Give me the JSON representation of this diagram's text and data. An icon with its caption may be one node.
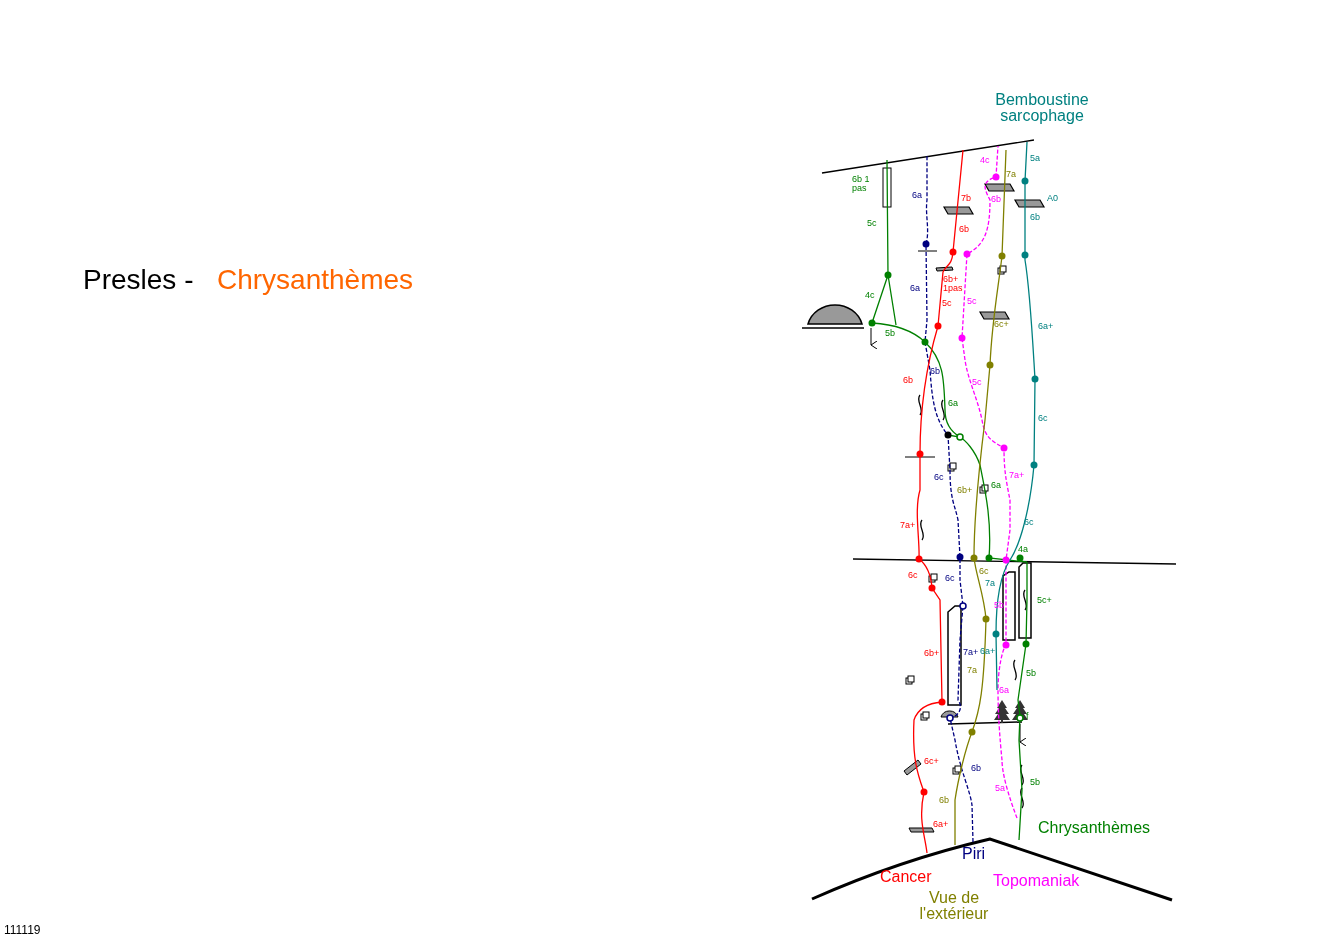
{
  "diagram": {
    "labels": [
      "Presles -",
      "Chrysanthèmes",
      "Bemboustine sarcophage",
      "4c",
      "5a",
      "6b 1 pas",
      "7a",
      "6a",
      "7b",
      "6b",
      "A0",
      "6b",
      "5c",
      "6b",
      "6b+ 1pas",
      "6a",
      "4c",
      "5c",
      "5c",
      "6c+",
      "6a+",
      "5b",
      "6b",
      "6b",
      "5c",
      "6a",
      "6c",
      "6c",
      "7a+",
      "6b+",
      "6a",
      "7a+",
      "6c",
      "4a",
      "6c",
      "6c",
      "6c",
      "7a",
      "5c+",
      "5b",
      "6b+",
      "7a+",
      "6a+",
      "7a",
      "5b",
      "6a",
      "f",
      "6c+",
      "6b",
      "5b",
      "5a",
      "6b",
      "6a+",
      "Chrysanthèmes",
      "Piri",
      "Cancer",
      "Topomaniak",
      "Vue de l'extérieur",
      "111119"
    ]
  }
}
